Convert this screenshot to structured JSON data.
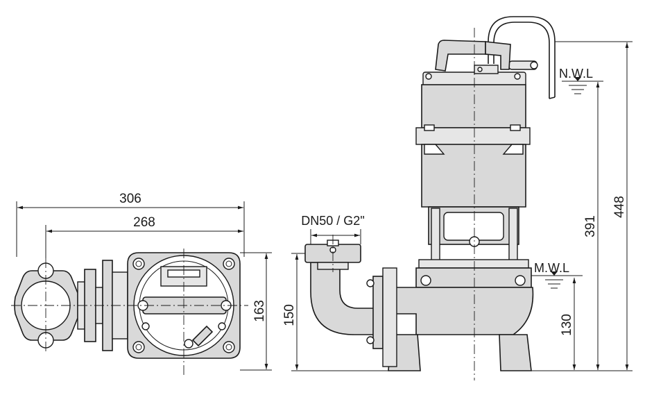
{
  "dimensions": {
    "overall_width": "306",
    "flange_to_flange": "268",
    "plan_height": "163",
    "discharge_height": "150",
    "mwl_height": "130",
    "nwl_height": "391",
    "overall_height": "448"
  },
  "labels": {
    "outlet": "DN50 / G2\"",
    "nwl": "N.W.L",
    "mwl": "M.W.L"
  },
  "colors": {
    "line": "#1a1a1a",
    "fill": "#d9d9d9"
  }
}
